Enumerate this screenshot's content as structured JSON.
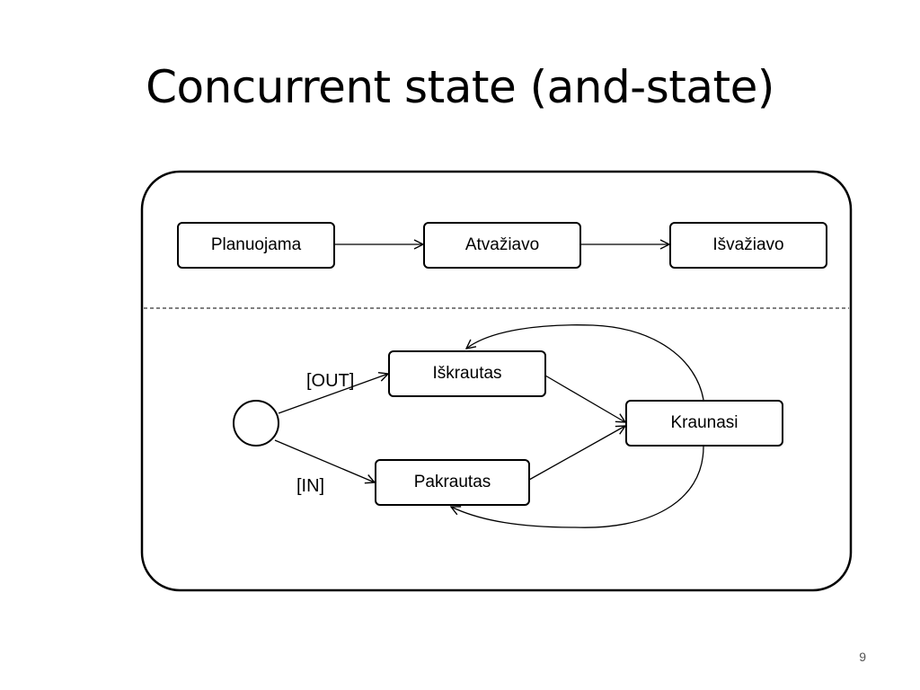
{
  "slide": {
    "title": "Concurrent state (and-state)",
    "page_number": "9"
  },
  "region_top": {
    "states": [
      "Planuojama",
      "Atvažiavo",
      "Išvažiavo"
    ]
  },
  "region_bottom": {
    "states": {
      "iskrautas": "Iškrautas",
      "pakrautas": "Pakrautas",
      "kraunasi": "Kraunasi"
    },
    "guards": {
      "out": "[OUT]",
      "in": "[IN]"
    }
  }
}
